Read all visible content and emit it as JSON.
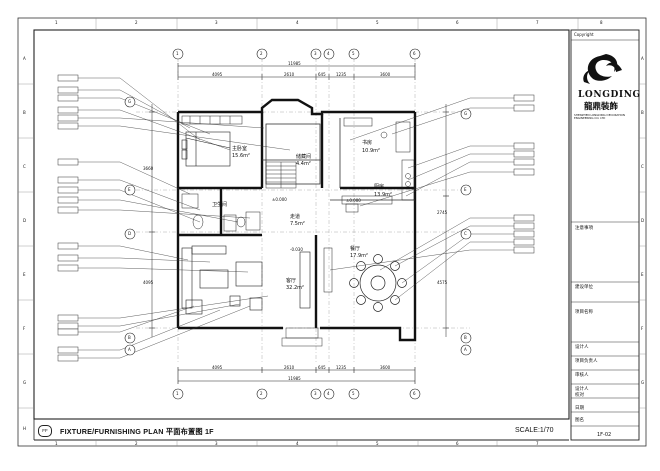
{
  "grid": {
    "columns": [
      "1",
      "2",
      "3",
      "4",
      "5",
      "6",
      "7",
      "8"
    ],
    "rows": [
      "A",
      "B",
      "C",
      "D",
      "E",
      "F",
      "G",
      "H"
    ]
  },
  "plan": {
    "axes": [
      "1",
      "2",
      "3",
      "4",
      "5",
      "6"
    ],
    "row_axes": [
      "G",
      "E",
      "D",
      "C",
      "B",
      "A"
    ],
    "dims_top": [
      "11985",
      "4095",
      "2610",
      "645",
      "1235",
      "3600"
    ],
    "dims_bottom": [
      "11985",
      "4095",
      "2610",
      "645",
      "1235",
      "3600"
    ],
    "dims_left": [
      "3660",
      "4095"
    ],
    "dims_right": [
      "2745",
      "4575"
    ],
    "levels": [
      "±0.000",
      "-0.030",
      "±0.000"
    ],
    "rooms": [
      {
        "name": "主卧室",
        "area": "15.6m²"
      },
      {
        "name": "储藏间",
        "area": "4.4m²"
      },
      {
        "name": "书房",
        "area": "10.9m²"
      },
      {
        "name": "厨房",
        "area": "13.9m²"
      },
      {
        "name": "走道",
        "area": "7.5m²"
      },
      {
        "name": "卫生间",
        "area": ""
      },
      {
        "name": "客厅",
        "area": "32.2m²"
      },
      {
        "name": "餐厅",
        "area": "17.9m²"
      }
    ]
  },
  "titleblock": {
    "copyright": "Copyright",
    "brand_en": "LONGDING",
    "brand_cn": "龍鼎裝飾",
    "company_line": "SHENZHEN LONGDING DECORATION ENGINEERING CO. LTD",
    "notes_title": "注意事項",
    "project_label": "建设单位",
    "drawing_name_label": "项目名称",
    "designer_label": "设计人",
    "chief_label": "项目负责人",
    "checker_label": "审核人",
    "approver_label": "设计人",
    "check_label": "校对",
    "date_label": "日期",
    "title_label": "图名",
    "sheet_no": "1F-02"
  },
  "footer": {
    "code": "FF",
    "title": "FIXTURE/FURNISHING PLAN  平面布置图   1F",
    "scale": "SCALE:1/70"
  }
}
